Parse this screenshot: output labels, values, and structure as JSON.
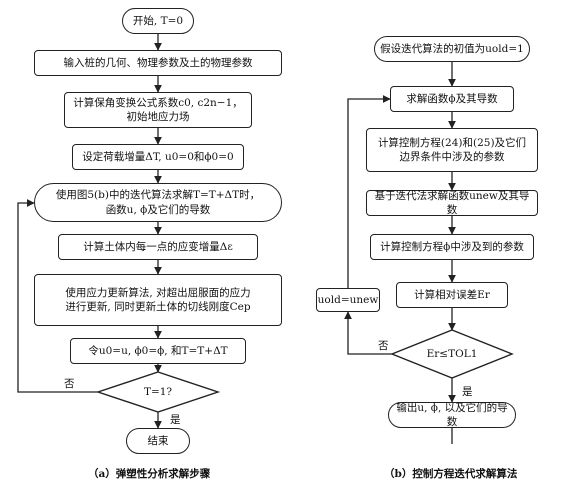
{
  "left": {
    "start": "开始, T=0",
    "n1": "输入桩的几何、物理参数及土的物理参数",
    "n2": "计算保角变换公式系数c0, c2n−1，\n初始地应力场",
    "n3": "设定荷载增量ΔT, u0=0和ϕ0=0",
    "n4": "使用图5(b)中的迭代算法求解T=T+ΔT时，\n函数u, ϕ及它们的导数",
    "n5": "计算土体内每一点的应变增量Δε",
    "n6": "使用应力更新算法, 对超出屈服面的应力\n进行更新, 同时更新土体的切线刚度Cep",
    "n7": "令u0=u, ϕ0=ϕ, 和T=T+ΔT",
    "decision": "T=1?",
    "no": "否",
    "yes": "是",
    "end": "结束",
    "caption": "（a）弹塑性分析求解步骤"
  },
  "right": {
    "start": "假设迭代算法的初值为uold=1",
    "n1": "求解函数ϕ及其导数",
    "n2": "计算控制方程(24)和(25)及它们\n边界条件中涉及的参数",
    "n3": "基于迭代法求解函数unew及其导数",
    "n4": "计算控制方程ϕ中涉及到的参数",
    "n5": "计算相对误差Er",
    "update": "uold=unew",
    "decision": "Er≤TOL1",
    "no": "否",
    "yes": "是",
    "end": "输出u, ϕ, 以及它们的导数",
    "caption": "（b）控制方程迭代求解算法"
  }
}
